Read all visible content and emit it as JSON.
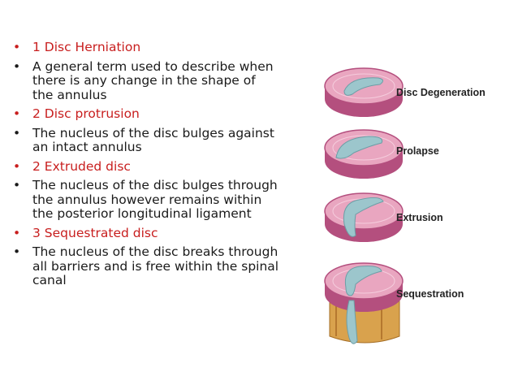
{
  "bullets": [
    {
      "text": "1 Disc Herniation",
      "style": "heading"
    },
    {
      "text": "A general term used to describe when there is any change in the shape of the annulus",
      "style": "body"
    },
    {
      "text": "2 Disc protrusion",
      "style": "heading"
    },
    {
      "text": "The nucleus of the disc bulges against an intact annulus",
      "style": "body"
    },
    {
      "text": "2 Extruded disc",
      "style": "heading"
    },
    {
      "text": "The nucleus of the disc bulges through the annulus however remains within the posterior longitudinal ligament",
      "style": "body"
    },
    {
      "text": "3 Sequestrated disc",
      "style": "heading"
    },
    {
      "text": "The nucleus of the disc breaks through all barriers and is free within the spinal canal",
      "style": "body"
    }
  ],
  "bullet_glyph": "•",
  "colors": {
    "heading": "#c81e1e",
    "body": "#1a1a1a",
    "disc_top": "#e9a6c0",
    "disc_side": "#b44f7e",
    "nucleus": "#9cc6cc",
    "vertebra": "#d9a24d"
  },
  "figure": {
    "stages": [
      {
        "label": "Disc Degeneration"
      },
      {
        "label": "Prolapse"
      },
      {
        "label": "Extrusion"
      },
      {
        "label": "Sequestration"
      }
    ]
  }
}
